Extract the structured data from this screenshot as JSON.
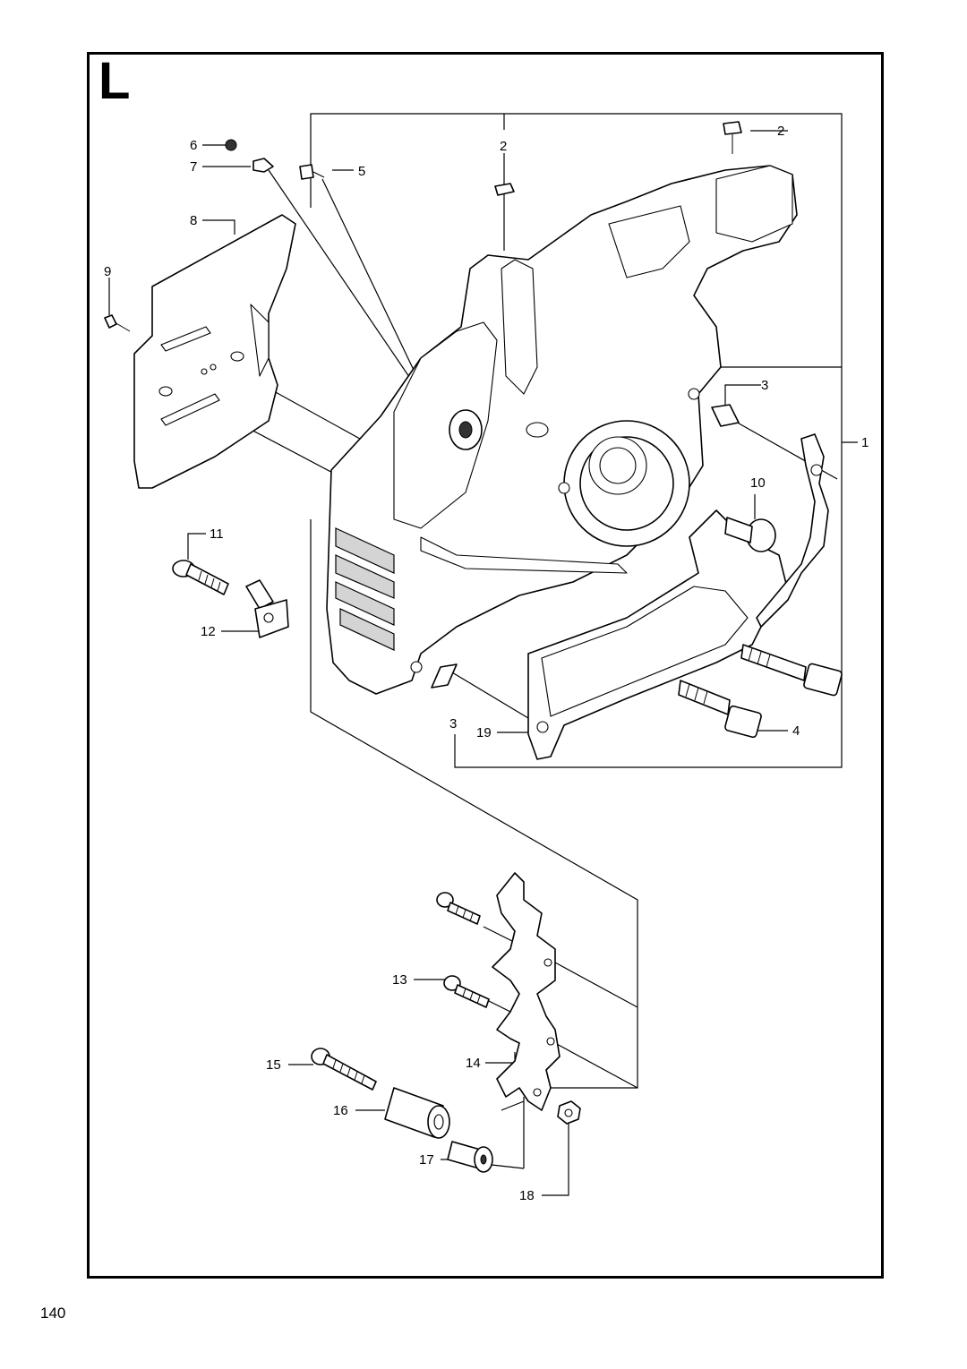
{
  "page": {
    "section_letter": "L",
    "page_number": "140"
  },
  "callouts": [
    {
      "id": "c1",
      "text": "1"
    },
    {
      "id": "c2a",
      "text": "2"
    },
    {
      "id": "c2b",
      "text": "2"
    },
    {
      "id": "c3a",
      "text": "3"
    },
    {
      "id": "c3b",
      "text": "3"
    },
    {
      "id": "c4",
      "text": "4"
    },
    {
      "id": "c5",
      "text": "5"
    },
    {
      "id": "c6",
      "text": "6"
    },
    {
      "id": "c7",
      "text": "7"
    },
    {
      "id": "c8",
      "text": "8"
    },
    {
      "id": "c9",
      "text": "9"
    },
    {
      "id": "c10",
      "text": "10"
    },
    {
      "id": "c11",
      "text": "11"
    },
    {
      "id": "c12",
      "text": "12"
    },
    {
      "id": "c13",
      "text": "13"
    },
    {
      "id": "c14",
      "text": "14"
    },
    {
      "id": "c15",
      "text": "15"
    },
    {
      "id": "c16",
      "text": "16"
    },
    {
      "id": "c17",
      "text": "17"
    },
    {
      "id": "c18",
      "text": "18"
    },
    {
      "id": "c19",
      "text": "19"
    }
  ]
}
